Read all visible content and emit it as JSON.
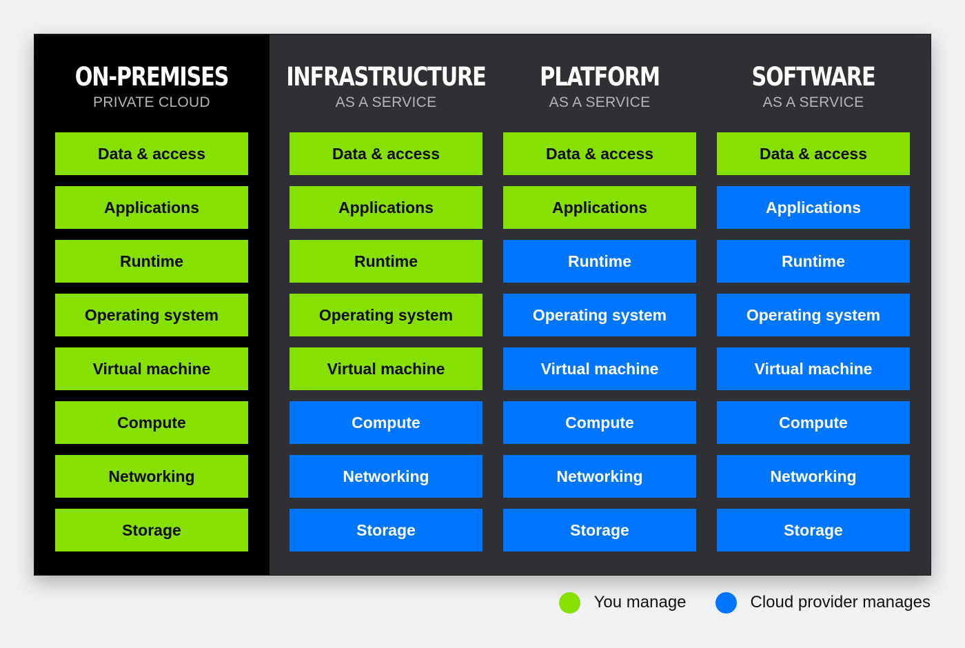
{
  "colors": {
    "you_manage": "#86e000",
    "cloud_manages": "#0076ff",
    "panel_bg": "#2f3033",
    "onprem_bg": "#000000",
    "page_bg": "#f1f2f4"
  },
  "columns": [
    {
      "title": "ON-PREMISES",
      "subtitle": "PRIVATE CLOUD",
      "tiles": [
        {
          "label": "Data & access",
          "managed_by": "you"
        },
        {
          "label": "Applications",
          "managed_by": "you"
        },
        {
          "label": "Runtime",
          "managed_by": "you"
        },
        {
          "label": "Operating system",
          "managed_by": "you"
        },
        {
          "label": "Virtual machine",
          "managed_by": "you"
        },
        {
          "label": "Compute",
          "managed_by": "you"
        },
        {
          "label": "Networking",
          "managed_by": "you"
        },
        {
          "label": "Storage",
          "managed_by": "you"
        }
      ]
    },
    {
      "title": "INFRASTRUCTURE",
      "subtitle": "AS A SERVICE",
      "tiles": [
        {
          "label": "Data & access",
          "managed_by": "you"
        },
        {
          "label": "Applications",
          "managed_by": "you"
        },
        {
          "label": "Runtime",
          "managed_by": "you"
        },
        {
          "label": "Operating system",
          "managed_by": "you"
        },
        {
          "label": "Virtual machine",
          "managed_by": "you"
        },
        {
          "label": "Compute",
          "managed_by": "cloud"
        },
        {
          "label": "Networking",
          "managed_by": "cloud"
        },
        {
          "label": "Storage",
          "managed_by": "cloud"
        }
      ]
    },
    {
      "title": "PLATFORM",
      "subtitle": "AS A SERVICE",
      "tiles": [
        {
          "label": "Data & access",
          "managed_by": "you"
        },
        {
          "label": "Applications",
          "managed_by": "you"
        },
        {
          "label": "Runtime",
          "managed_by": "cloud"
        },
        {
          "label": "Operating system",
          "managed_by": "cloud"
        },
        {
          "label": "Virtual machine",
          "managed_by": "cloud"
        },
        {
          "label": "Compute",
          "managed_by": "cloud"
        },
        {
          "label": "Networking",
          "managed_by": "cloud"
        },
        {
          "label": "Storage",
          "managed_by": "cloud"
        }
      ]
    },
    {
      "title": "SOFTWARE",
      "subtitle": "AS A SERVICE",
      "tiles": [
        {
          "label": "Data & access",
          "managed_by": "you"
        },
        {
          "label": "Applications",
          "managed_by": "cloud"
        },
        {
          "label": "Runtime",
          "managed_by": "cloud"
        },
        {
          "label": "Operating system",
          "managed_by": "cloud"
        },
        {
          "label": "Virtual machine",
          "managed_by": "cloud"
        },
        {
          "label": "Compute",
          "managed_by": "cloud"
        },
        {
          "label": "Networking",
          "managed_by": "cloud"
        },
        {
          "label": "Storage",
          "managed_by": "cloud"
        }
      ]
    }
  ],
  "legend": {
    "you_manage_label": "You manage",
    "cloud_manages_label": "Cloud provider manages"
  }
}
